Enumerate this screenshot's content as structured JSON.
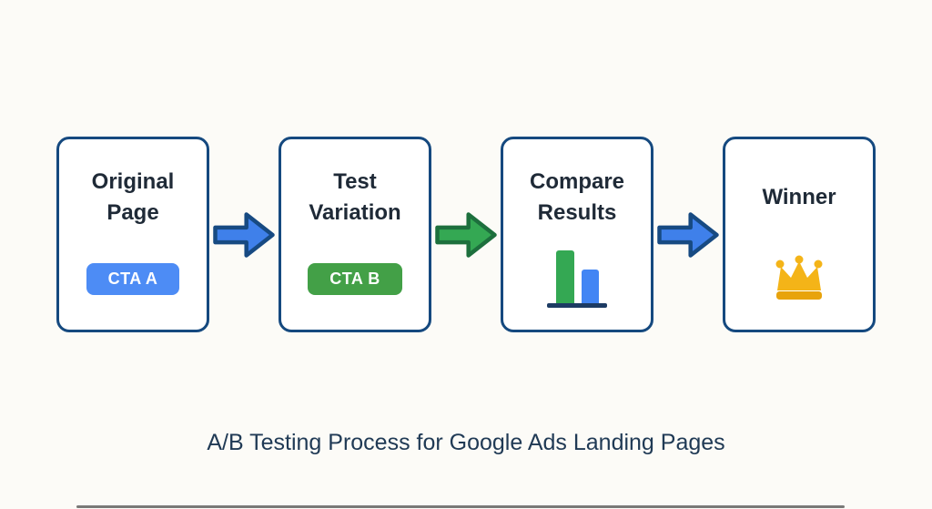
{
  "caption": "A/B Testing Process for Google Ads Landing Pages",
  "steps": [
    {
      "title": "Original Page",
      "badge": "CTA A",
      "icon": "cta-button"
    },
    {
      "title": "Test Variation",
      "badge": "CTA B",
      "icon": "cta-button"
    },
    {
      "title": "Compare Results",
      "icon": "bar-chart"
    },
    {
      "title": "Winner",
      "icon": "crown"
    }
  ],
  "arrows": [
    {
      "fill": "#3f80ea",
      "stroke": "#174a82"
    },
    {
      "fill": "#34a853",
      "stroke": "#1d6f3d"
    },
    {
      "fill": "#3f80ea",
      "stroke": "#174a82"
    }
  ],
  "colors": {
    "background": "#fcfbf7",
    "box_border": "#15497f",
    "title_text": "#1f2a37",
    "caption_text": "#203a55",
    "badge_blue": "#4d8cf5",
    "badge_green": "#43a047",
    "arrow_blue": "#3f80ea",
    "arrow_green": "#34a853",
    "chart_bar_green": "#34a853",
    "chart_bar_blue": "#4285f4",
    "chart_baseline": "#1d3b63",
    "crown_gold": "#f4b418",
    "crown_base_gold": "#e8a30c"
  }
}
